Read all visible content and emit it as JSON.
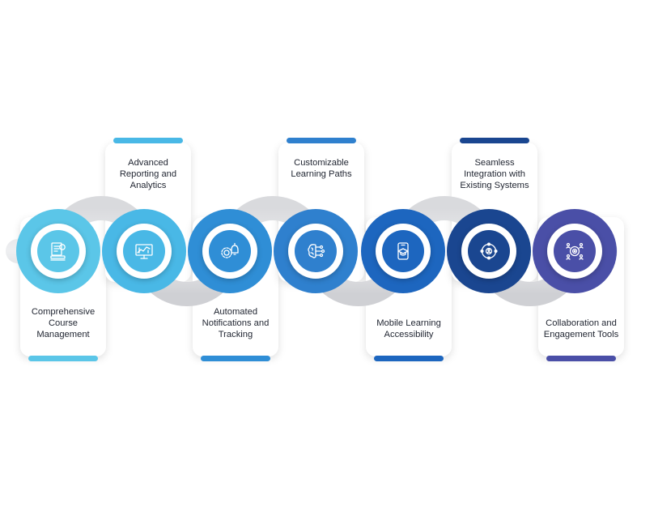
{
  "steps": [
    {
      "label": "Comprehensive Course Management",
      "icon": "course-book-icon",
      "color": "#5bc6e8"
    },
    {
      "label": "Advanced Reporting and Analytics",
      "icon": "analytics-dashboard-icon",
      "color": "#49b8e6"
    },
    {
      "label": "Automated Notifications and Tracking",
      "icon": "gear-bell-icon",
      "color": "#2f8ed6"
    },
    {
      "label": "Customizable Learning Paths",
      "icon": "brain-circuit-icon",
      "color": "#2f80ce"
    },
    {
      "label": "Mobile Learning Accessibility",
      "icon": "mobile-graduation-icon",
      "color": "#1d66bf"
    },
    {
      "label": "Seamless Integration with Existing Systems",
      "icon": "network-integration-icon",
      "color": "#1a4690"
    },
    {
      "label": "Collaboration and Engagement Tools",
      "icon": "team-target-icon",
      "color": "#4a4fa7"
    }
  ]
}
